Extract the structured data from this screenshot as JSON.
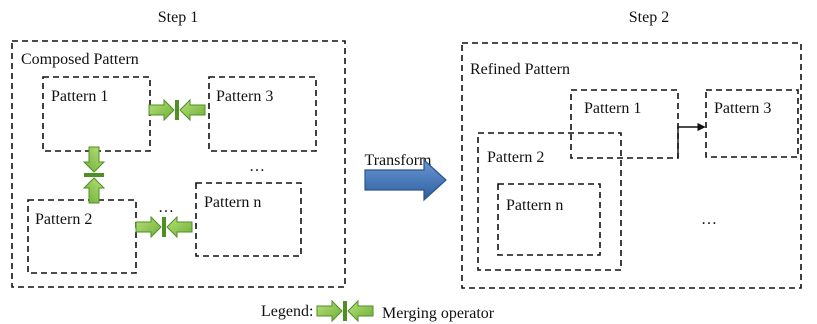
{
  "step1": {
    "title": "Step 1",
    "container_label": "Composed Pattern",
    "pattern1": "Pattern 1",
    "pattern2": "Pattern 2",
    "pattern3": "Pattern 3",
    "pattern_n": "Pattern n",
    "ellipsis_right": "…",
    "ellipsis_bottom": "…"
  },
  "transform": {
    "label": "Transform"
  },
  "step2": {
    "title": "Step 2",
    "container_label": "Refined Pattern",
    "pattern1": "Pattern 1",
    "pattern2": "Pattern 2",
    "pattern3": "Pattern 3",
    "pattern_n": "Pattern n",
    "ellipsis": "…"
  },
  "legend": {
    "prefix": "Legend:",
    "operator_label": "Merging operator"
  },
  "icons": {
    "merge_operator": "merging-operator-icon",
    "transform_arrow": "transform-arrow-icon",
    "pointer_arrow": "arrow-right-icon"
  },
  "colors": {
    "merge_green_fill": "#8dc63f",
    "merge_green_dark": "#4f8f24",
    "transform_blue_fill": "#3f73b5",
    "transform_blue_dark": "#2b568f"
  }
}
